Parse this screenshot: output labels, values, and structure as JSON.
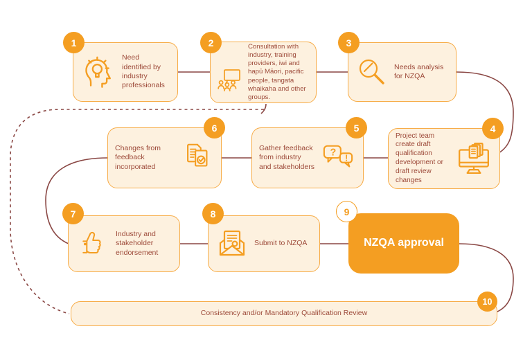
{
  "palette": {
    "badge_orange": "#F49E22",
    "box_fill": "#FDF1DF",
    "box_border": "#F7AC47",
    "icon_orange": "#F49E22",
    "label_text": "#9D4A3A",
    "connector_maroon": "#8A4744",
    "approval_fill": "#F49E22",
    "approval_text": "#FFFFFF"
  },
  "glyphs": {
    "question": "?",
    "exclamation": "!"
  },
  "steps": [
    {
      "number": "1",
      "label": "Need identified by industry professionals",
      "icon": "idea-head-icon"
    },
    {
      "number": "2",
      "label": "Consultation with industry, training providers, iwi and hapū Māori, pacific people, tangata whaikaha and other groups.",
      "icon": "consultation-people-icon"
    },
    {
      "number": "3",
      "label": "Needs analysis for NZQA",
      "icon": "magnifier-icon"
    },
    {
      "number": "4",
      "label": "Project team create draft qualification development or draft review changes",
      "icon": "monitor-documents-icon"
    },
    {
      "number": "5",
      "label": "Gather feedback from industry and stakeholders",
      "icon": "speech-bubbles-icon"
    },
    {
      "number": "6",
      "label": "Changes from feedback incorporated",
      "icon": "documents-check-icon"
    },
    {
      "number": "7",
      "label": "Industry and stakeholder endorsement",
      "icon": "thumbs-up-icon"
    },
    {
      "number": "8",
      "label": "Submit to NZQA",
      "icon": "envelope-letter-icon"
    },
    {
      "number": "9",
      "label": "NZQA approval",
      "icon": "none"
    },
    {
      "number": "10",
      "label": "Consistency and/or Mandatory Qualification Review",
      "icon": "none"
    }
  ]
}
